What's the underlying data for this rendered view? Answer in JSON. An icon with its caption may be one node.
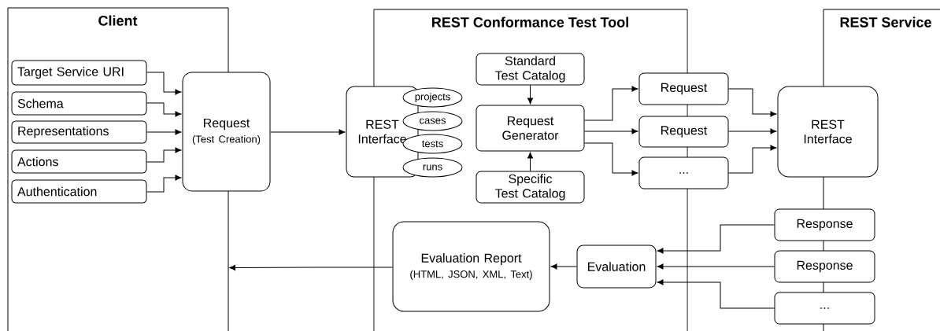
{
  "diagram": {
    "nodes": [
      {
        "text": [
          "Client"
        ]
      },
      {
        "text": [
          "Target Service URI"
        ],
        "in": 0
      },
      {
        "text": [
          "Schema"
        ],
        "in": 0
      },
      {
        "text": [
          "Representations"
        ],
        "in": 0
      },
      {
        "text": [
          "Actions"
        ],
        "in": 0
      },
      {
        "text": [
          "Authentication"
        ],
        "in": 0
      },
      {
        "text": [
          "Request",
          "(Test Creation)"
        ]
      },
      {
        "text": [
          "REST Conformance Test Tool"
        ]
      },
      {
        "text": [
          "REST Interface"
        ]
      },
      {
        "text": [
          "projects"
        ],
        "in": 7
      },
      {
        "text": [
          "cases"
        ],
        "in": 7
      },
      {
        "text": [
          "tests"
        ],
        "in": 7
      },
      {
        "text": [
          "runs"
        ],
        "in": 7
      },
      {
        "text": [
          "Standard Test Catalog"
        ],
        "in": 7
      },
      {
        "text": [
          "Request Generator"
        ],
        "in": 7
      },
      {
        "text": [
          "Specific Test Catalog"
        ],
        "in": 7
      },
      {
        "text": [
          "Request"
        ]
      },
      {
        "text": [
          "Request"
        ]
      },
      {
        "text": [
          "..."
        ]
      },
      {
        "text": [
          "Evaluation Report",
          "(HTML, JSON, XML, Text)"
        ],
        "in": 7
      },
      {
        "text": [
          "Evaluation"
        ],
        "in": 7
      },
      {
        "text": [
          "REST Service"
        ]
      },
      {
        "text": [
          "REST Interface"
        ]
      },
      {
        "text": [
          "Response"
        ]
      },
      {
        "text": [
          "Response"
        ]
      },
      {
        "text": [
          "..."
        ]
      }
    ],
    "edges": [
      {
        "from": 1,
        "to": 6,
        "arrow": "to"
      },
      {
        "from": 2,
        "to": 6,
        "arrow": "to"
      },
      {
        "from": 3,
        "to": 6,
        "arrow": "to"
      },
      {
        "from": 4,
        "to": 6,
        "arrow": "to"
      },
      {
        "from": 5,
        "to": 6,
        "arrow": "to"
      },
      {
        "from": 6,
        "to": 8,
        "arrow": "to"
      },
      {
        "from": 13,
        "to": 14,
        "arrow": "to"
      },
      {
        "from": 15,
        "to": 14,
        "arrow": "to"
      },
      {
        "from": 14,
        "to": 16,
        "arrow": "to"
      },
      {
        "from": 14,
        "to": 17,
        "arrow": "to"
      },
      {
        "from": 14,
        "to": 18,
        "arrow": "to"
      },
      {
        "from": 16,
        "to": 22,
        "arrow": "to"
      },
      {
        "from": 17,
        "to": 22,
        "arrow": "to"
      },
      {
        "from": 18,
        "to": 22,
        "arrow": "to"
      },
      {
        "from": 23,
        "to": 20,
        "arrow": "to"
      },
      {
        "from": 24,
        "to": 20,
        "arrow": "to"
      },
      {
        "from": 25,
        "to": 20,
        "arrow": "to"
      },
      {
        "from": 20,
        "to": 19,
        "arrow": "to"
      },
      {
        "from": 19,
        "to": 0,
        "arrow": "to"
      }
    ]
  }
}
